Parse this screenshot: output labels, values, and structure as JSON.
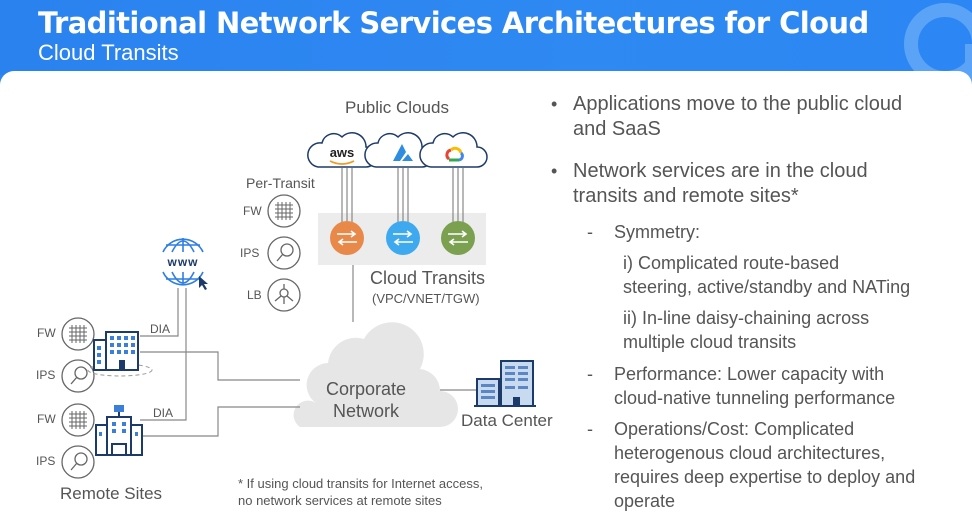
{
  "header": {
    "title": "Traditional Network Services Architectures for Cloud",
    "subtitle": "Cloud Transits",
    "logo_icon": "brand-logo-icon"
  },
  "colors": {
    "header_blue": "#2f86f0",
    "aws_transit": "#e8894a",
    "azure_transit": "#3fa9f0",
    "gcp_transit": "#7aa050",
    "icon_navy": "#1d3b6a",
    "icon_blue": "#3a7fd8",
    "cloud_gray": "#e6e6e6",
    "text_gray": "#555555"
  },
  "diagram": {
    "public_clouds_label": "Public Clouds",
    "clouds": [
      {
        "name": "aws",
        "label": "aws"
      },
      {
        "name": "azure",
        "label": ""
      },
      {
        "name": "google-cloud",
        "label": ""
      }
    ],
    "per_transit_label": "Per-Transit",
    "per_transit_services": [
      {
        "label": "FW",
        "icon": "firewall-icon"
      },
      {
        "label": "IPS",
        "icon": "magnifier-icon"
      },
      {
        "label": "LB",
        "icon": "load-balancer-icon"
      }
    ],
    "cloud_transits_label": "Cloud Transits",
    "cloud_transits_sub": "(VPC/VNET/TGW)",
    "corporate_network_line1": "Corporate",
    "corporate_network_line2": "Network",
    "data_center_label": "Data Center",
    "internet_icon": "www-globe-icon",
    "remote_sites_label": "Remote Sites",
    "remote_sites": [
      {
        "services": [
          "FW",
          "IPS"
        ],
        "link_label": "DIA"
      },
      {
        "services": [
          "FW",
          "IPS"
        ],
        "link_label": "DIA"
      }
    ],
    "footnote_line1": "* If using cloud transits for Internet access,",
    "footnote_line2": "no network services at remote sites"
  },
  "bullets": {
    "b1_line1": "Applications move to the public cloud",
    "b1_line2": "and SaaS",
    "b2_line1": "Network services are in the cloud",
    "b2_line2": "transits and remote sites*",
    "s1": "Symmetry:",
    "s1_i_line1": "i) Complicated route-based",
    "s1_i_line2": "steering, active/standby and NATing",
    "s1_ii_line1": "ii) In-line daisy-chaining across",
    "s1_ii_line2": "multiple cloud transits",
    "s2_line1": "Performance: Lower capacity with",
    "s2_line2": "cloud-native tunneling performance",
    "s3_line1": "Operations/Cost: Complicated",
    "s3_line2": "heterogenous cloud architectures,",
    "s3_line3": "requires deep expertise to deploy and",
    "s3_line4": "operate",
    "bullet_glyph": "•",
    "dash_glyph": "-"
  }
}
